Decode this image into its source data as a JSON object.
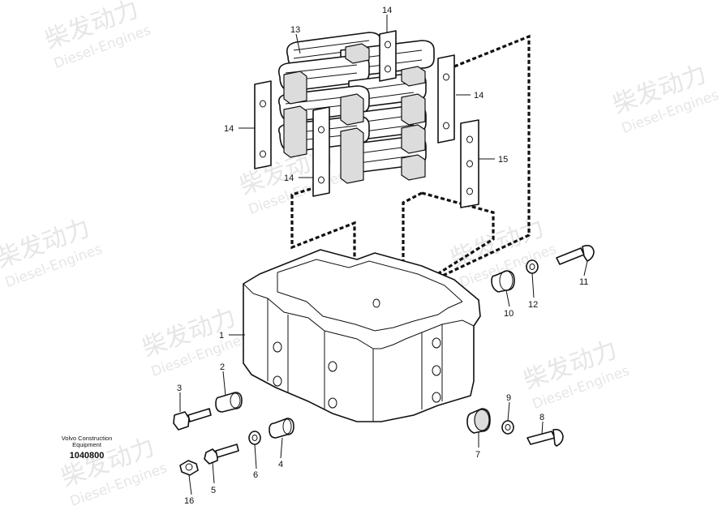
{
  "watermark": {
    "cn": "柴发动力",
    "en": "Diesel-Engines"
  },
  "caption": {
    "company": "Volvo Construction",
    "company2": "Equipment",
    "drawing_number": "1040800"
  },
  "callouts": {
    "c1": "1",
    "c2": "2",
    "c3": "3",
    "c4": "4",
    "c5": "5",
    "c6": "6",
    "c7": "7",
    "c8": "8",
    "c9": "9",
    "c10": "10",
    "c11": "11",
    "c12": "12",
    "c13": "13",
    "c14a": "14",
    "c14b": "14",
    "c14c": "14",
    "c14d": "14",
    "c15": "15",
    "c16": "16"
  }
}
